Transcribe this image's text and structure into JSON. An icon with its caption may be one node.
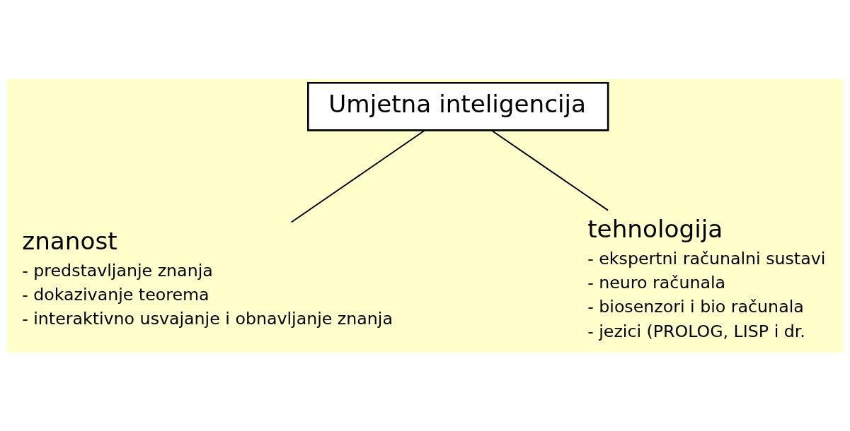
{
  "diagram": {
    "nodes": [
      {
        "text": [
          "Umjetna inteligencija"
        ]
      },
      {
        "text": [
          "znanost",
          "- predstavljanje znanja",
          "- dokazivanje teorema",
          "- interaktivno usvajanje i obnavljanje znanja"
        ]
      },
      {
        "text": [
          "tehnologija",
          "- ekspertni računalni sustavi",
          "- neuro računala",
          "- biosenzori i bio računala",
          "- jezici (PROLOG, LISP i dr."
        ]
      }
    ],
    "edges": [
      {
        "from": 0,
        "to": 1,
        "arrow": "none"
      },
      {
        "from": 0,
        "to": 2,
        "arrow": "none"
      }
    ]
  }
}
